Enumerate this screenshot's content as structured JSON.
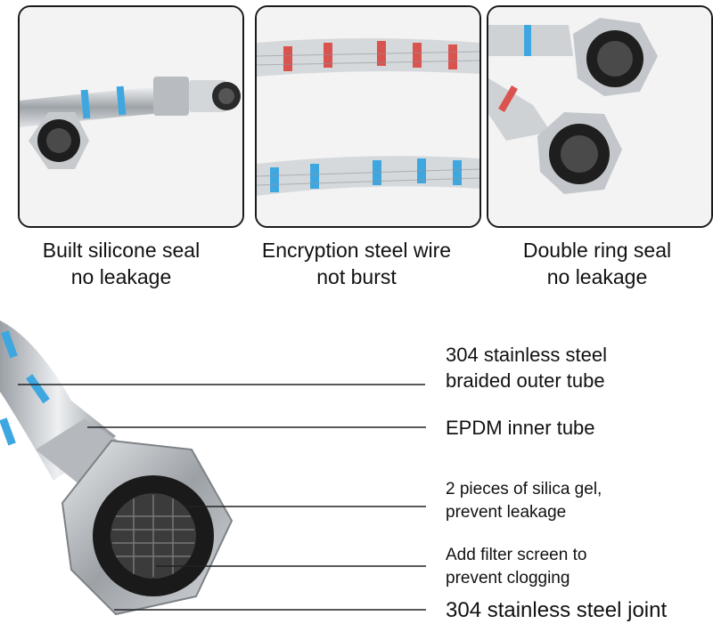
{
  "features": [
    {
      "line1": "Built silicone seal",
      "line2": "no leakage"
    },
    {
      "line1": "Encryption steel wire",
      "line2": "not burst"
    },
    {
      "line1": "Double ring seal",
      "line2": "no leakage"
    }
  ],
  "callouts": [
    {
      "line1": "304 stainless steel",
      "line2": "braided outer tube"
    },
    {
      "line1": "EPDM inner tube"
    },
    {
      "line1": "2 pieces of silica gel,",
      "line2": "prevent leakage"
    },
    {
      "line1": "Add filter screen to",
      "line2": "prevent clogging"
    },
    {
      "line1": "304 stainless steel joint"
    }
  ],
  "colors": {
    "braid_red": "#d9534f",
    "braid_blue": "#3fa7e0",
    "steel": "#c9ccd0"
  }
}
